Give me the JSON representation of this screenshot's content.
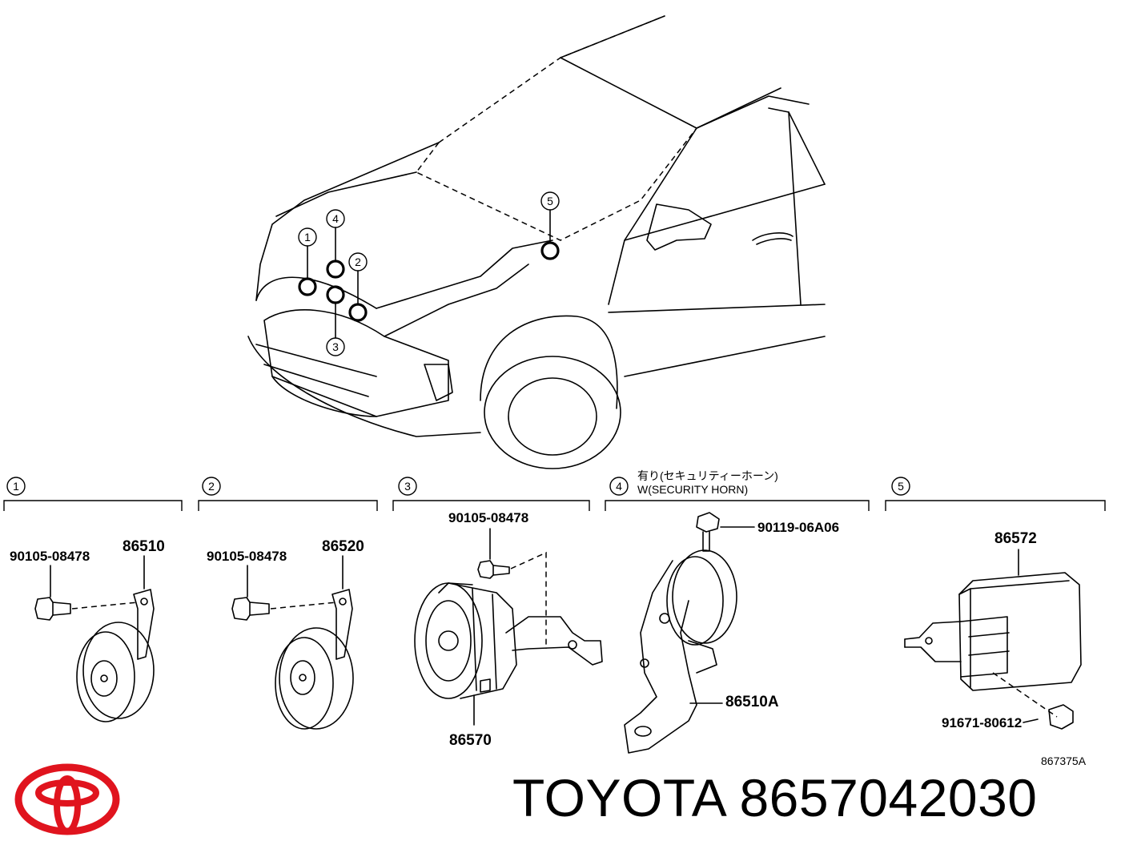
{
  "brand": {
    "logo_icon": "toyota-logo-icon",
    "logo_color": "#e0141e",
    "text": "TOYOTA 8657042030"
  },
  "figure_code": "867375A",
  "overview": {
    "callouts": [
      "1",
      "2",
      "3",
      "4",
      "5"
    ]
  },
  "sections": [
    {
      "number": "1",
      "part": "86510",
      "bolt": "90105-08478"
    },
    {
      "number": "2",
      "part": "86520",
      "bolt": "90105-08478"
    },
    {
      "number": "3",
      "part": "86570",
      "bolt": "90105-08478"
    },
    {
      "number": "4",
      "note_jp": "有り(セキュリティーホーン)",
      "note_en": "W(SECURITY HORN)",
      "part": "86510A",
      "bolt": "90119-06A06"
    },
    {
      "number": "5",
      "part": "86572",
      "bolt": "91671-80612"
    }
  ]
}
